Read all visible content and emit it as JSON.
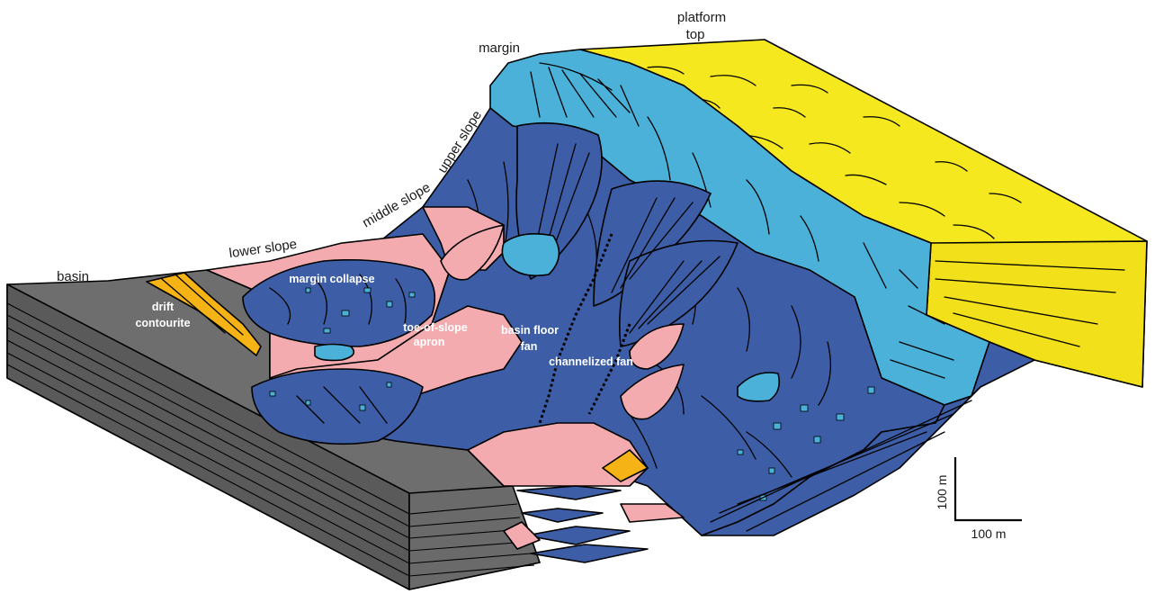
{
  "diagram": {
    "zone_labels": {
      "platform_top_line1": "platform",
      "platform_top_line2": "top",
      "margin": "margin",
      "upper_slope": "upper slope",
      "middle_slope": "middle slope",
      "lower_slope": "lower slope",
      "basin": "basin"
    },
    "facies_labels": {
      "drift_contourite_line1": "drift",
      "drift_contourite_line2": "contourite",
      "margin_collapse": "margin collapse",
      "toe_of_slope_apron_line1": "toe-of-slope",
      "toe_of_slope_apron_line2": "apron",
      "basin_floor_fan_line1": "basin floor",
      "basin_floor_fan_line2": "fan",
      "channelized_fan": "channelized fan"
    },
    "scale_bar": {
      "vertical": "100 m",
      "horizontal": "100 m"
    },
    "colors": {
      "platform": "#f5e81e",
      "light_blue": "#4bb1d9",
      "dark_blue": "#3d5ea6",
      "pink": "#f4abb0",
      "gray": "#6e6e6e",
      "gray_dark": "#5a5a5a",
      "orange": "#f5b316"
    }
  }
}
